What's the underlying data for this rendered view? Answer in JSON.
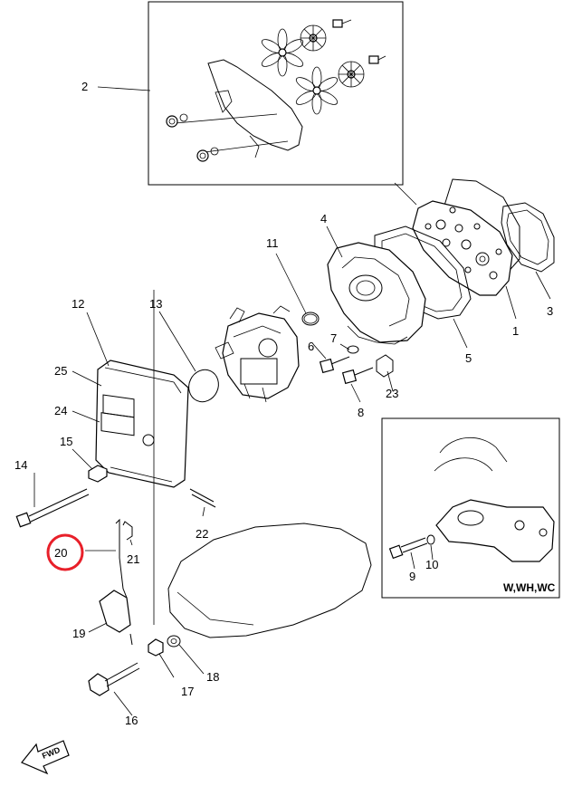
{
  "callouts": {
    "c1": "1",
    "c2": "2",
    "c3": "3",
    "c4": "4",
    "c5": "5",
    "c6": "6",
    "c7": "7",
    "c8": "8",
    "c9": "9",
    "c10": "10",
    "c11": "11",
    "c12": "12",
    "c13": "13",
    "c14": "14",
    "c15": "15",
    "c16": "16",
    "c17": "17",
    "c18": "18",
    "c19": "19",
    "c20": "20",
    "c21": "21",
    "c22": "22",
    "c23": "23",
    "c24": "24",
    "c25": "25"
  },
  "inset": {
    "variant_label": "W,WH,WC"
  },
  "direction_arrow": "FWD",
  "highlight": {
    "part": "20",
    "color": "#e8202a"
  }
}
